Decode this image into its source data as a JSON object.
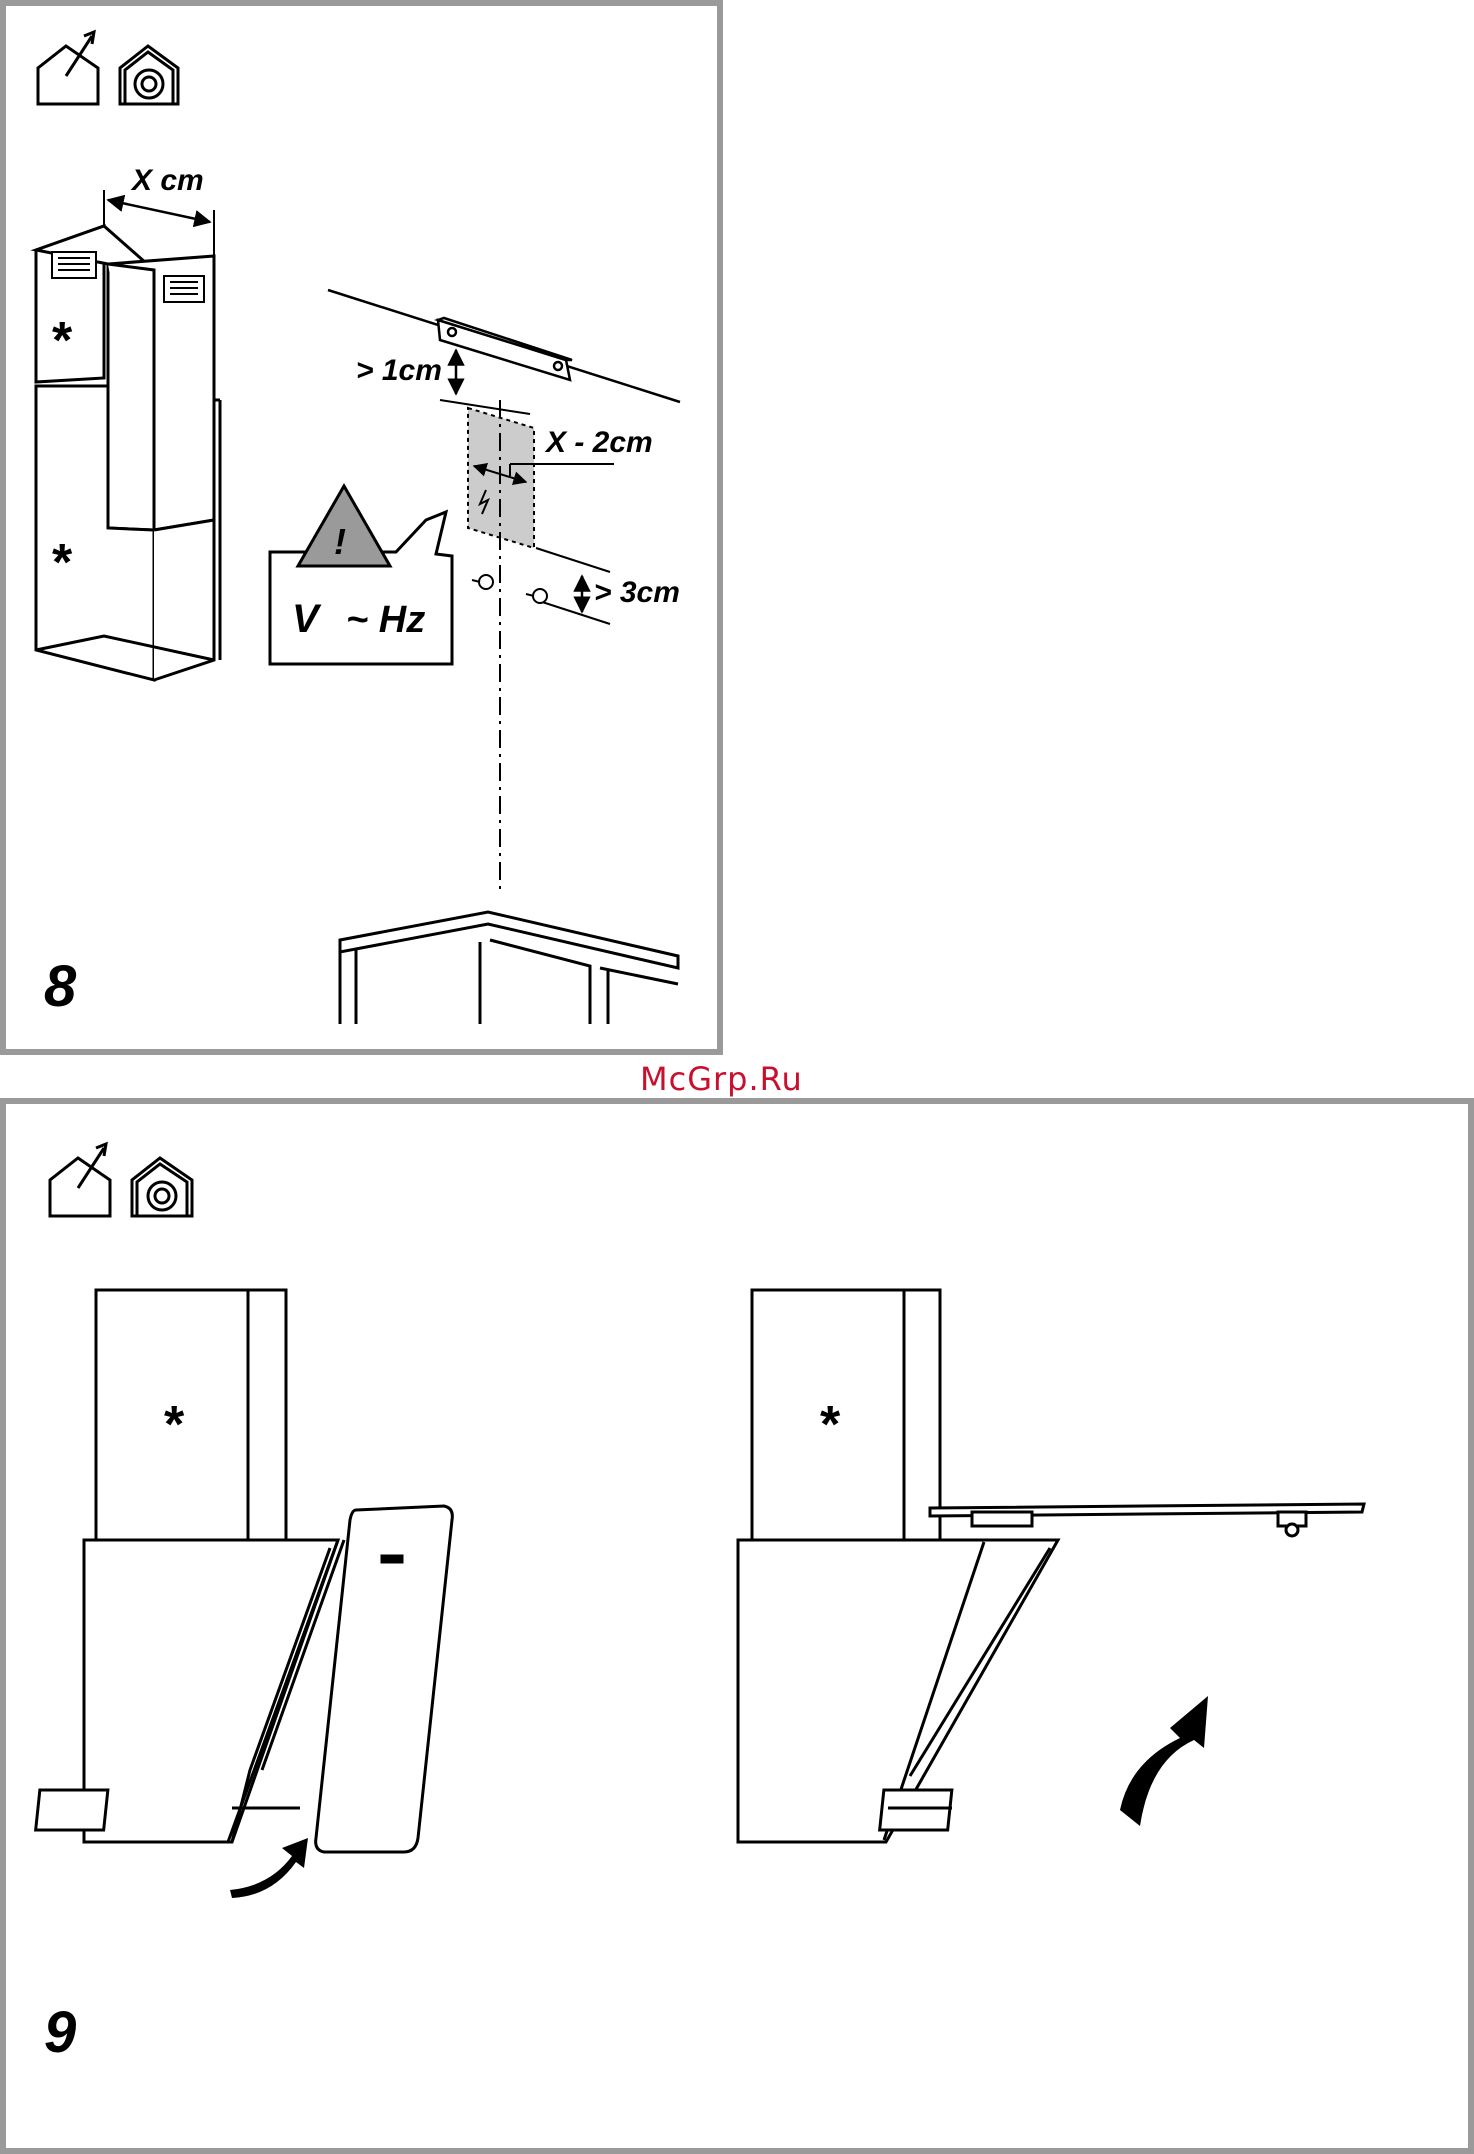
{
  "watermark": "McGrp.Ru",
  "step8": {
    "number": "8",
    "icons": [
      "exhaust-house-icon",
      "recirculation-house-icon"
    ],
    "dimension_chimney": "X cm",
    "dimension_bracket_gap": "> 1cm",
    "dimension_socket_width": "X - 2cm",
    "dimension_socket_gap": "> 3cm",
    "warning_mark": "!",
    "voltage_label": "V",
    "frequency_label": "~ Hz",
    "asterisk_upper": "*",
    "asterisk_lower": "*"
  },
  "step9": {
    "number": "9",
    "icons": [
      "exhaust-house-icon",
      "recirculation-house-icon"
    ],
    "asterisk_left": "*",
    "asterisk_right": "*"
  }
}
